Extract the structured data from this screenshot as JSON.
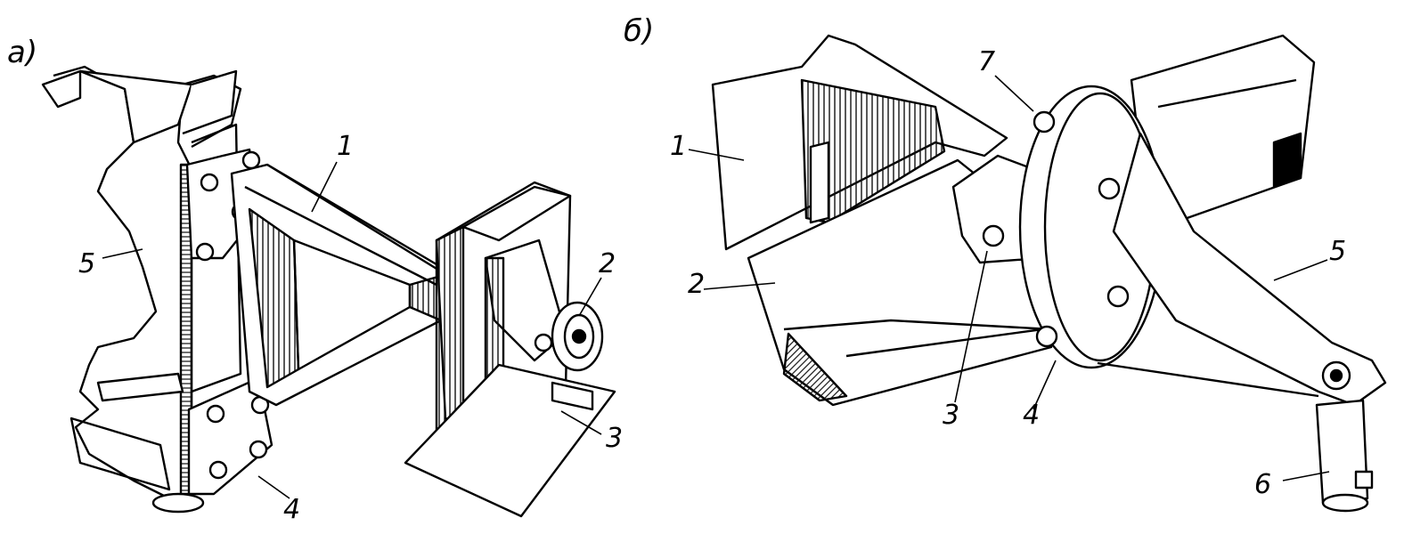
{
  "panels": [
    {
      "letter": "а)",
      "labels": {
        "l1": "1",
        "l2": "2",
        "l3": "3",
        "l4": "4",
        "l5": "5"
      }
    },
    {
      "letter": "б)",
      "labels": {
        "l1": "1",
        "l2": "2",
        "l3": "3",
        "l4": "4",
        "l5": "5",
        "l6": "6",
        "l7": "7"
      }
    }
  ],
  "colors": {
    "ink": "#000000",
    "paper": "#ffffff",
    "hatch": "#1a1a1a"
  }
}
